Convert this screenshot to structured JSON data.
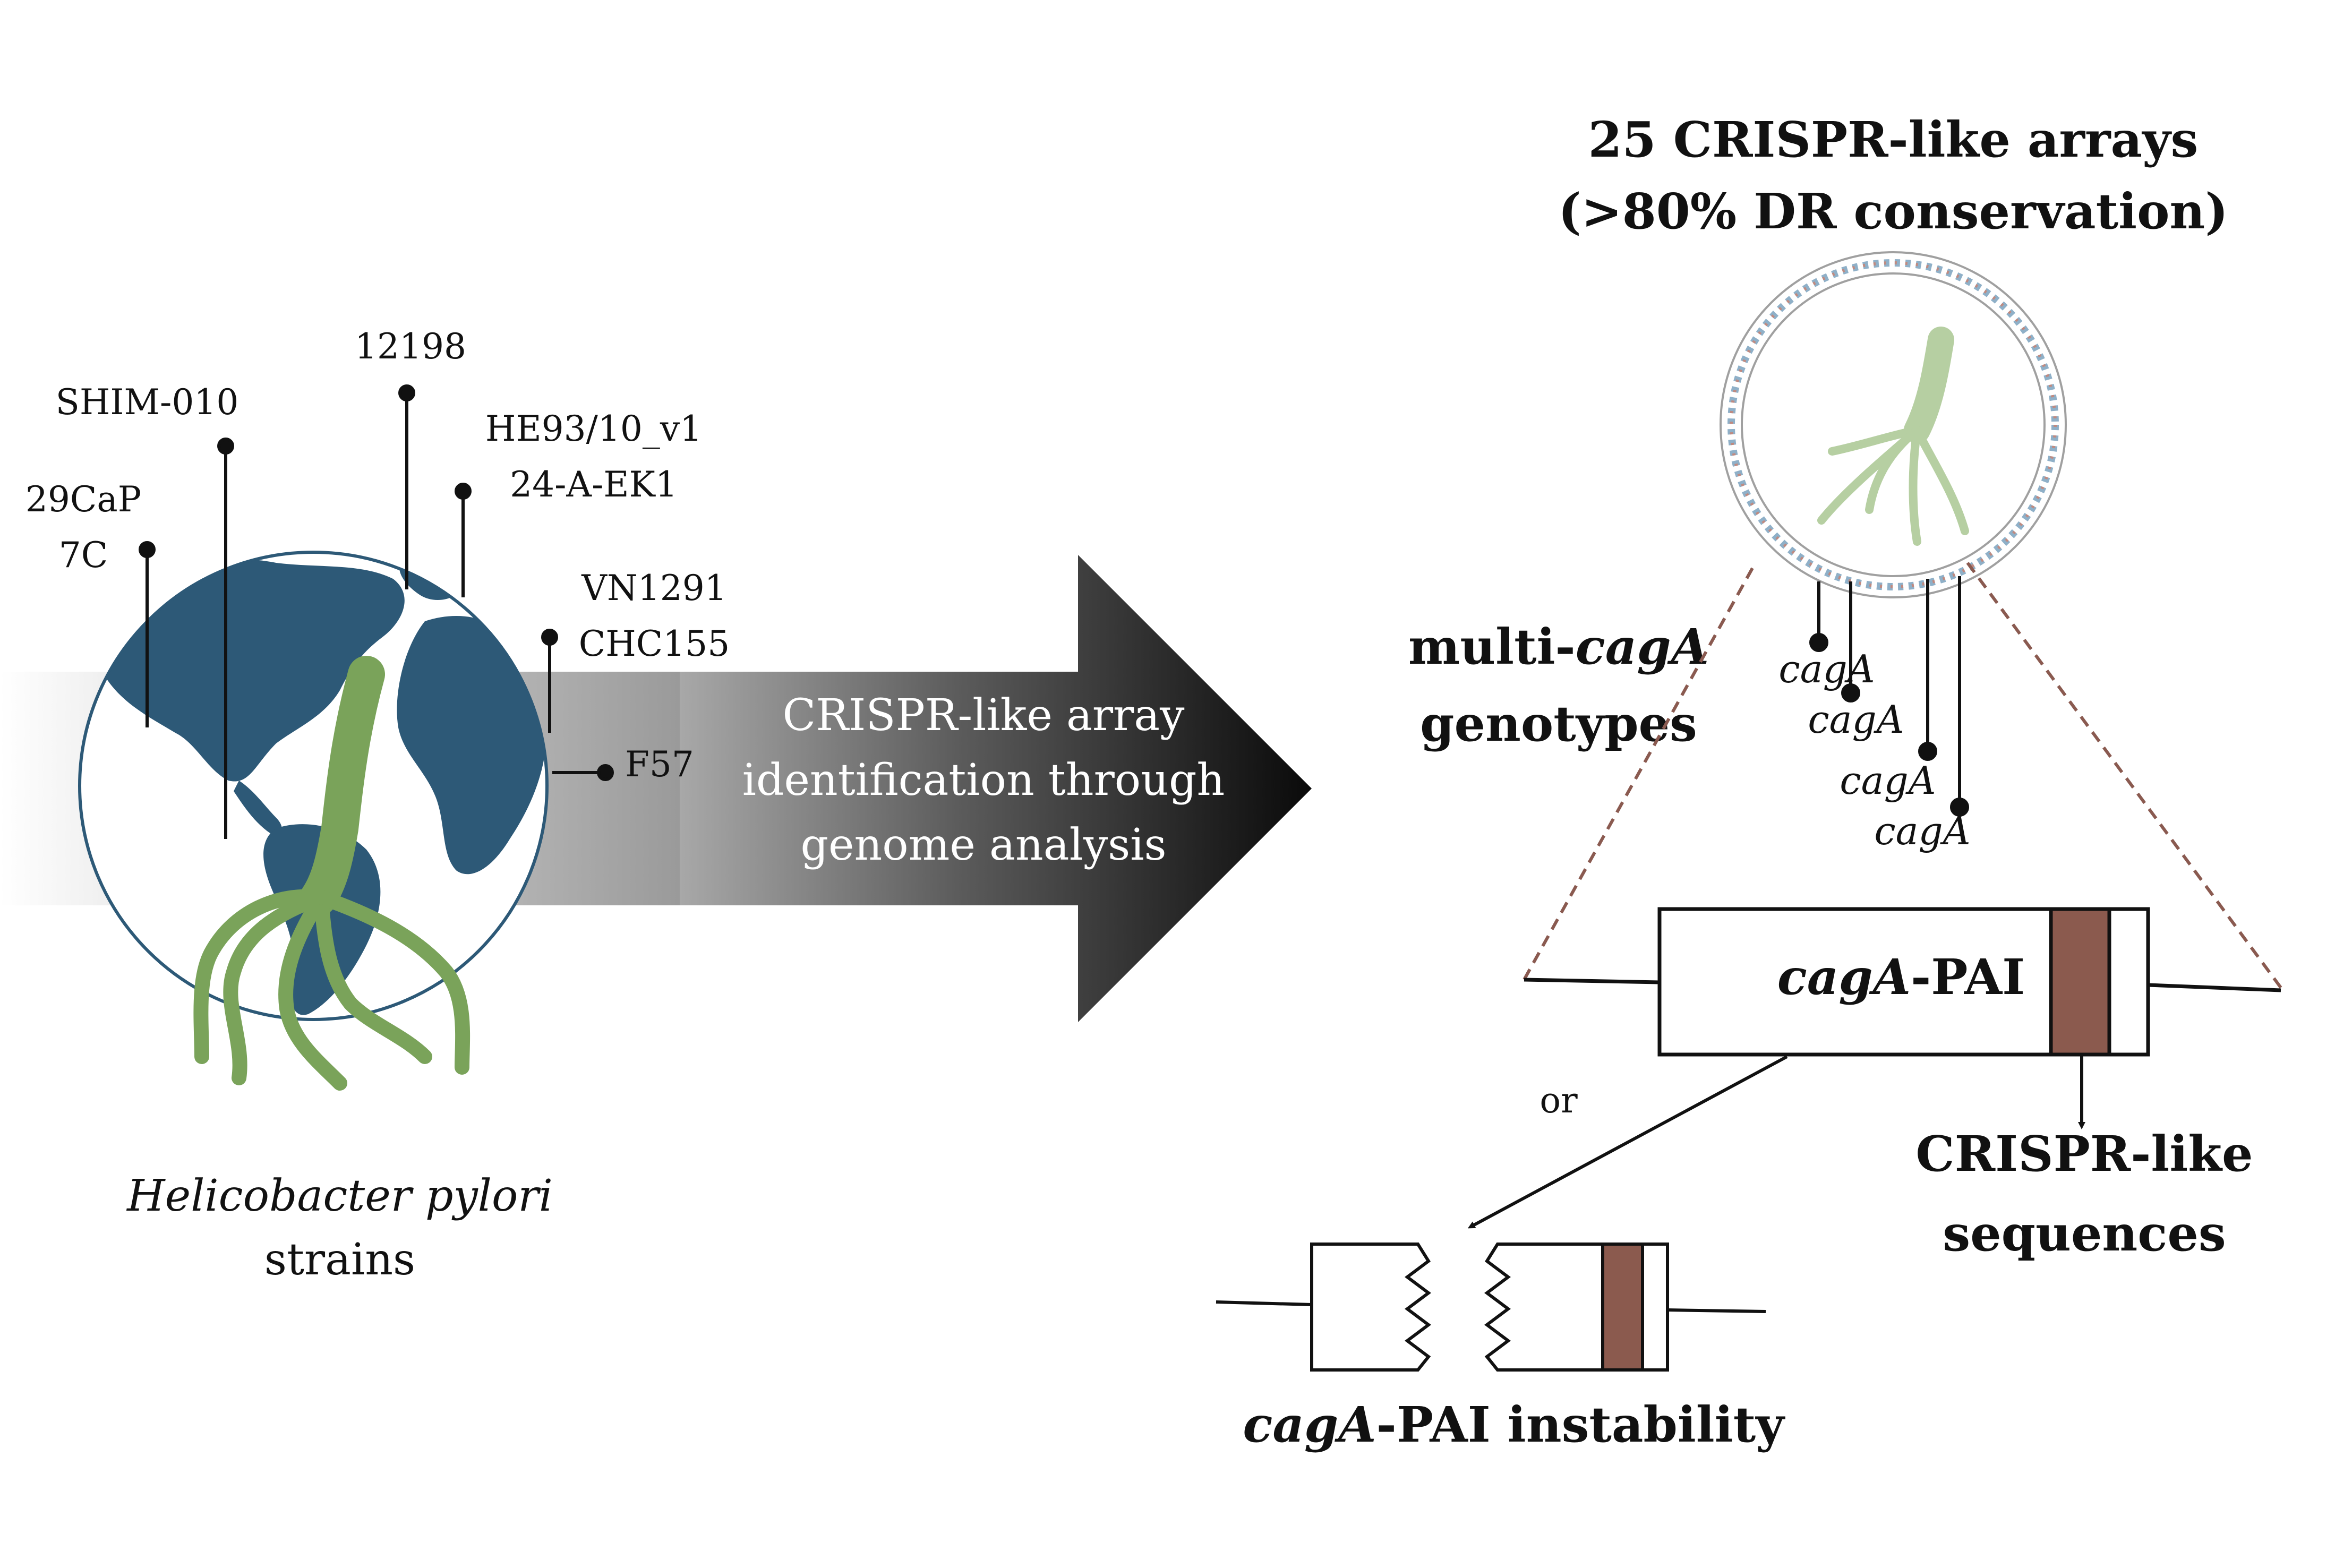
{
  "strains": {
    "s12198": "12198",
    "shim": "SHIM-010",
    "he93": "HE93/10_v1",
    "a24": "24-A-EK1",
    "caP29": "29CaP",
    "c7": "7C",
    "vn": "VN1291",
    "chc": "CHC155",
    "f57": "F57"
  },
  "organism": {
    "genus_species": "Helicobacter pylori",
    "strains_word": "strains"
  },
  "arrow": {
    "line1": "CRISPR-like array",
    "line2": "identification through",
    "line3": "genome analysis"
  },
  "arrays_title": {
    "line1": "25 CRISPR-like arrays",
    "line2": "(>80% DR conservation)"
  },
  "multi": {
    "prefix": "multi-",
    "gene": "cagA",
    "line2": "genotypes"
  },
  "cagA_labels": [
    "cagA",
    "cagA",
    "cagA",
    "cagA"
  ],
  "pai": {
    "gene": "cagA",
    "suffix": "-PAI"
  },
  "or_word": "or",
  "crispr_seq": {
    "line1": "CRISPR-like",
    "line2": "sequences"
  },
  "instability": {
    "gene": "cagA",
    "suffix": "-PAI instability"
  },
  "colors": {
    "ocean": "#ffffff",
    "land": "#2d5977",
    "bacterium": "#7aa35a",
    "bacterium_light": "#b6cfa2",
    "crispr_box": "#8b5a4e",
    "dashed": "#8a5a50",
    "arrow_dark": "#1a1a1a"
  }
}
